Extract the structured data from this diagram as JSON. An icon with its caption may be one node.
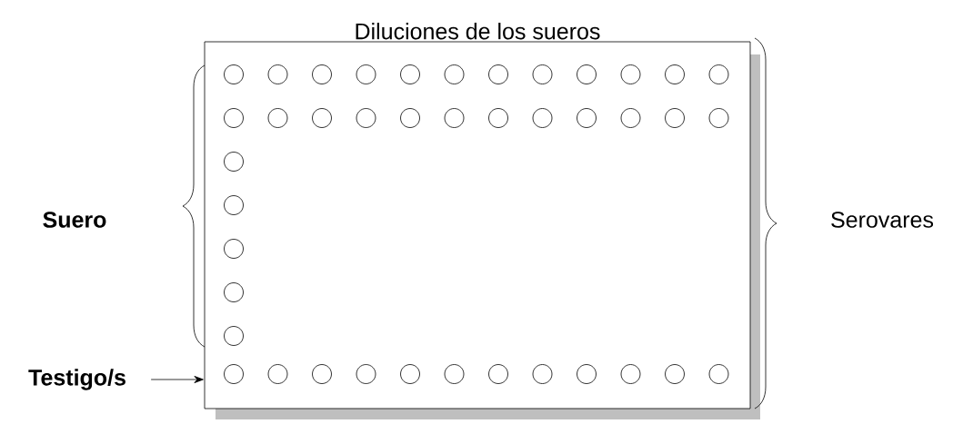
{
  "diagram": {
    "nodes": [
      {
        "text": [
          "Diluciones de los sueros"
        ]
      },
      {
        "text": [
          "Testigo/s"
        ]
      }
    ],
    "edges": [
      {
        "from": 1,
        "to": 0,
        "arrow": "to"
      }
    ],
    "labels": [
      "Suero",
      "Serovares"
    ]
  }
}
